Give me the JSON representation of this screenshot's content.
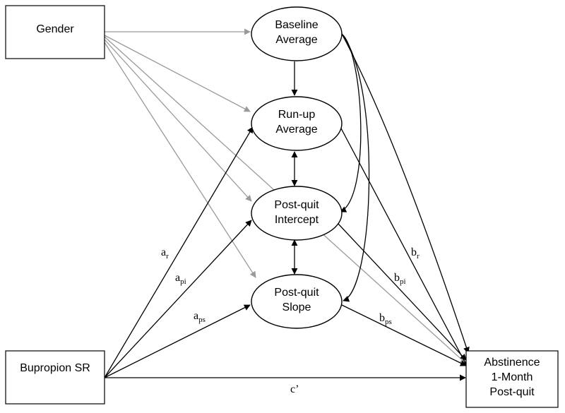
{
  "nodes": {
    "gender": "Gender",
    "bupropion": "Bupropion SR",
    "baseline": [
      "Baseline",
      "Average"
    ],
    "runup": [
      "Run-up",
      "Average"
    ],
    "intercept": [
      "Post-quit",
      "Intercept"
    ],
    "slope": [
      "Post-quit",
      "Slope"
    ],
    "outcome": [
      "Abstinence",
      "1-Month",
      "Post-quit"
    ]
  },
  "paths": {
    "a_r": {
      "main": "a",
      "sub": "r"
    },
    "a_pi": {
      "main": "a",
      "sub": "pi"
    },
    "a_ps": {
      "main": "a",
      "sub": "ps"
    },
    "b_r": {
      "main": "b",
      "sub": "r"
    },
    "b_pi": {
      "main": "b",
      "sub": "pi"
    },
    "b_ps": {
      "main": "b",
      "sub": "ps"
    },
    "c_prime": "c’"
  },
  "colors": {
    "covariate_arrow": "#9a9a9a",
    "main_arrow": "#000000"
  }
}
